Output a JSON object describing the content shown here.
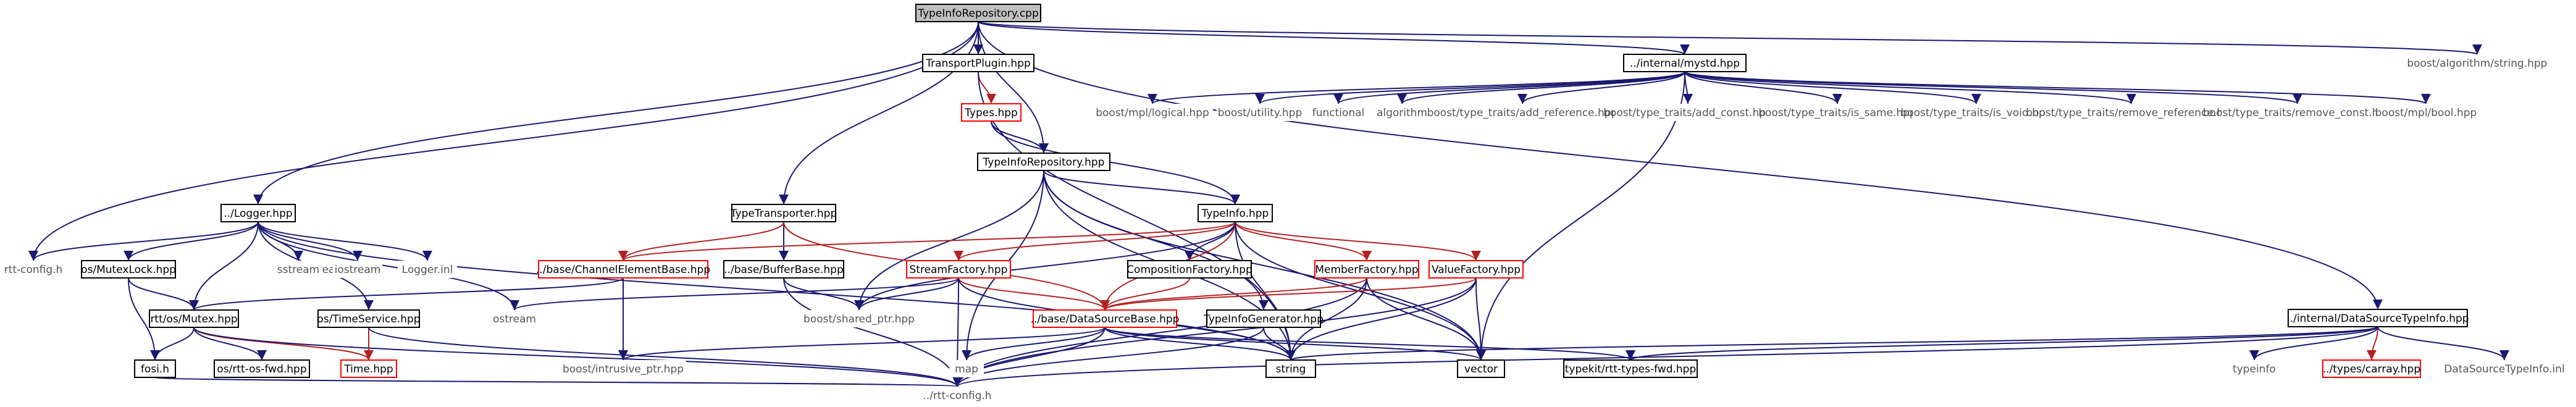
{
  "nodes": [
    {
      "id": "root",
      "label": "TypeInfoRepository.cpp",
      "style": "root"
    },
    {
      "id": "transportplugin",
      "label": "TransportPlugin.hpp",
      "style": "boxed"
    },
    {
      "id": "internal_mystd",
      "label": "../internal/mystd.hpp",
      "style": "boxed"
    },
    {
      "id": "boost_algorithm_string",
      "label": "boost/algorithm/string.hpp",
      "style": "plain"
    },
    {
      "id": "types_hpp",
      "label": "Types.hpp",
      "style": "red"
    },
    {
      "id": "mpl_logical",
      "label": "boost/mpl/logical.hpp",
      "style": "plain"
    },
    {
      "id": "boost_utility",
      "label": "boost/utility.hpp",
      "style": "plain"
    },
    {
      "id": "functional",
      "label": "functional",
      "style": "plain"
    },
    {
      "id": "algorithm",
      "label": "algorithm",
      "style": "plain"
    },
    {
      "id": "tt_add_reference",
      "label": "boost/type_traits/add_reference.hpp",
      "style": "plain"
    },
    {
      "id": "tt_add_const",
      "label": "boost/type_traits/add_const.hpp",
      "style": "plain"
    },
    {
      "id": "tt_is_same",
      "label": "boost/type_traits/is_same.hpp",
      "style": "plain"
    },
    {
      "id": "tt_is_void",
      "label": "boost/type_traits/is_void.hpp",
      "style": "plain"
    },
    {
      "id": "tt_remove_reference",
      "label": "boost/type_traits/remove_reference.hpp",
      "style": "plain"
    },
    {
      "id": "tt_remove_const",
      "label": "boost/type_traits/remove_const.hpp",
      "style": "plain"
    },
    {
      "id": "mpl_bool",
      "label": "boost/mpl/bool.hpp",
      "style": "plain"
    },
    {
      "id": "typeinforepository_hpp",
      "label": "TypeInfoRepository.hpp",
      "style": "boxed"
    },
    {
      "id": "logger_hpp",
      "label": "../Logger.hpp",
      "style": "boxed"
    },
    {
      "id": "typetransporter_hpp",
      "label": "TypeTransporter.hpp",
      "style": "boxed"
    },
    {
      "id": "typeinfo_hpp",
      "label": "TypeInfo.hpp",
      "style": "boxed"
    },
    {
      "id": "rtt_config_h",
      "label": "rtt-config.h",
      "style": "plain"
    },
    {
      "id": "os_mutexlock",
      "label": "os/MutexLock.hpp",
      "style": "boxed"
    },
    {
      "id": "ostream_a",
      "label": "ostream",
      "style": "plain"
    },
    {
      "id": "iostream",
      "label": "iostream",
      "style": "plain"
    },
    {
      "id": "sstream",
      "label": "sstream",
      "style": "plain"
    },
    {
      "id": "logger_inl",
      "label": "Logger.inl",
      "style": "plain"
    },
    {
      "id": "channel_element_base",
      "label": "../base/ChannelElementBase.hpp",
      "style": "red"
    },
    {
      "id": "buffer_base",
      "label": "../base/BufferBase.hpp",
      "style": "boxed"
    },
    {
      "id": "stream_factory",
      "label": "StreamFactory.hpp",
      "style": "red"
    },
    {
      "id": "composition_factory",
      "label": "CompositionFactory.hpp",
      "style": "boxed"
    },
    {
      "id": "member_factory",
      "label": "MemberFactory.hpp",
      "style": "red"
    },
    {
      "id": "value_factory",
      "label": "ValueFactory.hpp",
      "style": "red"
    },
    {
      "id": "internal_dstypeinfo",
      "label": "../internal/DataSourceTypeInfo.hpp",
      "style": "boxed"
    },
    {
      "id": "rtt_os_mutex",
      "label": "rtt/os/Mutex.hpp",
      "style": "boxed"
    },
    {
      "id": "os_timeservice",
      "label": "os/TimeService.hpp",
      "style": "boxed"
    },
    {
      "id": "ostream_b",
      "label": "ostream",
      "style": "plain"
    },
    {
      "id": "boost_shared_ptr",
      "label": "boost/shared_ptr.hpp",
      "style": "plain"
    },
    {
      "id": "base_datasourcebase",
      "label": "../base/DataSourceBase.hpp",
      "style": "red"
    },
    {
      "id": "typeinfo_generator",
      "label": "TypeInfoGenerator.hpp",
      "style": "boxed"
    },
    {
      "id": "fosi_h",
      "label": "fosi.h",
      "style": "boxed"
    },
    {
      "id": "os_rtt_os_fwd",
      "label": "os/rtt-os-fwd.hpp",
      "style": "boxed"
    },
    {
      "id": "time_hpp",
      "label": "Time.hpp",
      "style": "red"
    },
    {
      "id": "boost_intrusive_ptr",
      "label": "boost/intrusive_ptr.hpp",
      "style": "plain"
    },
    {
      "id": "map",
      "label": "map",
      "style": "plain"
    },
    {
      "id": "string",
      "label": "string",
      "style": "boxed"
    },
    {
      "id": "vector",
      "label": "vector",
      "style": "boxed"
    },
    {
      "id": "typekit_rtt_types_fwd",
      "label": "typekit/rtt-types-fwd.hpp",
      "style": "boxed"
    },
    {
      "id": "std_typeinfo",
      "label": "typeinfo",
      "style": "plain"
    },
    {
      "id": "types_carray",
      "label": "../types/carray.hpp",
      "style": "red"
    },
    {
      "id": "datasource_typeinfo_inl",
      "label": "DataSourceTypeInfo.inl",
      "style": "plain"
    },
    {
      "id": "rtt_config_dotdot",
      "label": "../rtt-config.h",
      "style": "plain"
    }
  ],
  "edges": [
    {
      "from": "root",
      "to": "transportplugin"
    },
    {
      "from": "root",
      "to": "internal_mystd"
    },
    {
      "from": "root",
      "to": "boost_algorithm_string"
    },
    {
      "from": "root",
      "to": "typeinforepository_hpp"
    },
    {
      "from": "root",
      "to": "logger_hpp"
    },
    {
      "from": "root",
      "to": "typetransporter_hpp"
    },
    {
      "from": "root",
      "to": "rtt_config_h"
    },
    {
      "from": "root",
      "to": "internal_dstypeinfo"
    },
    {
      "from": "transportplugin",
      "to": "types_hpp",
      "color": "red"
    },
    {
      "from": "transportplugin",
      "to": "string"
    },
    {
      "from": "types_hpp",
      "to": "typeinforepository_hpp"
    },
    {
      "from": "types_hpp",
      "to": "typeinfo_hpp"
    },
    {
      "from": "internal_mystd",
      "to": "mpl_logical"
    },
    {
      "from": "internal_mystd",
      "to": "boost_utility"
    },
    {
      "from": "internal_mystd",
      "to": "functional"
    },
    {
      "from": "internal_mystd",
      "to": "algorithm"
    },
    {
      "from": "internal_mystd",
      "to": "tt_add_reference"
    },
    {
      "from": "internal_mystd",
      "to": "tt_add_const"
    },
    {
      "from": "internal_mystd",
      "to": "tt_is_same"
    },
    {
      "from": "internal_mystd",
      "to": "tt_is_void"
    },
    {
      "from": "internal_mystd",
      "to": "tt_remove_reference"
    },
    {
      "from": "internal_mystd",
      "to": "tt_remove_const"
    },
    {
      "from": "internal_mystd",
      "to": "mpl_bool"
    },
    {
      "from": "internal_mystd",
      "to": "vector"
    },
    {
      "from": "typeinforepository_hpp",
      "to": "typeinfo_hpp"
    },
    {
      "from": "typeinforepository_hpp",
      "to": "boost_shared_ptr"
    },
    {
      "from": "typeinforepository_hpp",
      "to": "map"
    },
    {
      "from": "typeinforepository_hpp",
      "to": "string"
    },
    {
      "from": "typeinforepository_hpp",
      "to": "vector"
    },
    {
      "from": "typeinforepository_hpp",
      "to": "typeinfo_generator"
    },
    {
      "from": "logger_hpp",
      "to": "rtt_config_h"
    },
    {
      "from": "logger_hpp",
      "to": "os_mutexlock"
    },
    {
      "from": "logger_hpp",
      "to": "sstream"
    },
    {
      "from": "logger_hpp",
      "to": "iostream"
    },
    {
      "from": "logger_hpp",
      "to": "logger_inl"
    },
    {
      "from": "logger_hpp",
      "to": "ostream_b"
    },
    {
      "from": "logger_hpp",
      "to": "os_timeservice"
    },
    {
      "from": "logger_hpp",
      "to": "rtt_os_mutex"
    },
    {
      "from": "logger_hpp",
      "to": "string"
    },
    {
      "from": "os_mutexlock",
      "to": "rtt_os_mutex"
    },
    {
      "from": "os_mutexlock",
      "to": "fosi_h"
    },
    {
      "from": "rtt_os_mutex",
      "to": "fosi_h"
    },
    {
      "from": "rtt_os_mutex",
      "to": "os_rtt_os_fwd"
    },
    {
      "from": "rtt_os_mutex",
      "to": "time_hpp",
      "color": "red"
    },
    {
      "from": "rtt_os_mutex",
      "to": "rtt_config_dotdot"
    },
    {
      "from": "os_timeservice",
      "to": "time_hpp",
      "color": "red"
    },
    {
      "from": "os_timeservice",
      "to": "rtt_config_dotdot"
    },
    {
      "from": "fosi_h",
      "to": "rtt_config_dotdot"
    },
    {
      "from": "typetransporter_hpp",
      "to": "channel_element_base",
      "color": "red"
    },
    {
      "from": "typetransporter_hpp",
      "to": "buffer_base"
    },
    {
      "from": "typetransporter_hpp",
      "to": "base_datasourcebase",
      "color": "red"
    },
    {
      "from": "channel_element_base",
      "to": "rtt_os_mutex"
    },
    {
      "from": "channel_element_base",
      "to": "boost_intrusive_ptr"
    },
    {
      "from": "buffer_base",
      "to": "boost_shared_ptr"
    },
    {
      "from": "buffer_base",
      "to": "rtt_config_dotdot"
    },
    {
      "from": "typeinfo_hpp",
      "to": "channel_element_base",
      "color": "red"
    },
    {
      "from": "typeinfo_hpp",
      "to": "stream_factory",
      "color": "red"
    },
    {
      "from": "typeinfo_hpp",
      "to": "composition_factory"
    },
    {
      "from": "typeinfo_hpp",
      "to": "member_factory",
      "color": "red"
    },
    {
      "from": "typeinfo_hpp",
      "to": "value_factory",
      "color": "red"
    },
    {
      "from": "typeinfo_hpp",
      "to": "base_datasourcebase",
      "color": "red"
    },
    {
      "from": "typeinfo_hpp",
      "to": "string"
    },
    {
      "from": "typeinfo_hpp",
      "to": "vector"
    },
    {
      "from": "typeinfo_hpp",
      "to": "boost_shared_ptr"
    },
    {
      "from": "stream_factory",
      "to": "ostream_b"
    },
    {
      "from": "stream_factory",
      "to": "boost_shared_ptr"
    },
    {
      "from": "stream_factory",
      "to": "base_datasourcebase",
      "color": "red"
    },
    {
      "from": "stream_factory",
      "to": "string"
    },
    {
      "from": "stream_factory",
      "to": "rtt_config_dotdot"
    },
    {
      "from": "composition_factory",
      "to": "base_datasourcebase",
      "color": "red"
    },
    {
      "from": "member_factory",
      "to": "base_datasourcebase",
      "color": "red"
    },
    {
      "from": "member_factory",
      "to": "string"
    },
    {
      "from": "member_factory",
      "to": "vector"
    },
    {
      "from": "member_factory",
      "to": "rtt_config_dotdot"
    },
    {
      "from": "value_factory",
      "to": "base_datasourcebase",
      "color": "red"
    },
    {
      "from": "value_factory",
      "to": "string"
    },
    {
      "from": "value_factory",
      "to": "vector"
    },
    {
      "from": "value_factory",
      "to": "rtt_config_dotdot"
    },
    {
      "from": "base_datasourcebase",
      "to": "boost_intrusive_ptr"
    },
    {
      "from": "base_datasourcebase",
      "to": "map"
    },
    {
      "from": "base_datasourcebase",
      "to": "string"
    },
    {
      "from": "base_datasourcebase",
      "to": "vector"
    },
    {
      "from": "base_datasourcebase",
      "to": "rtt_config_dotdot"
    },
    {
      "from": "base_datasourcebase",
      "to": "typekit_rtt_types_fwd"
    },
    {
      "from": "typeinfo_generator",
      "to": "rtt_config_dotdot"
    },
    {
      "from": "typeinfo_generator",
      "to": "string"
    },
    {
      "from": "internal_dstypeinfo",
      "to": "string"
    },
    {
      "from": "internal_dstypeinfo",
      "to": "typekit_rtt_types_fwd"
    },
    {
      "from": "internal_dstypeinfo",
      "to": "std_typeinfo"
    },
    {
      "from": "internal_dstypeinfo",
      "to": "types_carray",
      "color": "red"
    },
    {
      "from": "internal_dstypeinfo",
      "to": "datasource_typeinfo_inl"
    },
    {
      "from": "internal_dstypeinfo",
      "to": "rtt_config_dotdot"
    }
  ]
}
